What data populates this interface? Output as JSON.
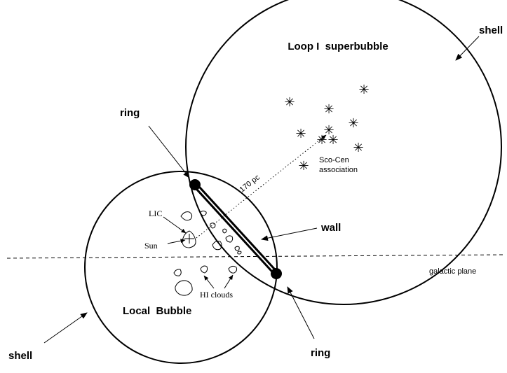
{
  "labels": {
    "loop_title": "Loop I  superbubble",
    "shell_top": "shell",
    "ring_top": "ring",
    "distance": "170 pc",
    "sco_cen_line1": "Sco-Cen",
    "sco_cen_line2": "association",
    "wall": "wall",
    "lic": "LIC",
    "sun": "Sun",
    "galactic_plane": "galactic plane",
    "hi_clouds": "HI clouds",
    "local_bubble": "Local  Bubble",
    "shell_bottom": "shell",
    "ring_bottom": "ring"
  },
  "colors": {
    "ink": "#000000",
    "background": "#ffffff"
  }
}
